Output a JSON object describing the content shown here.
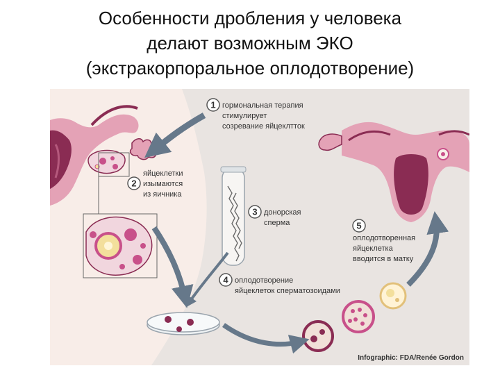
{
  "title": {
    "line1": "Особенности дробления у человека",
    "line2": "делают возможным ЭКО",
    "line3": "(экстракорпоральное оплодотворение)"
  },
  "steps": [
    {
      "number": "1",
      "lines": [
        "гормональная терапия",
        "стимулирует",
        "созревание яйцеклтток"
      ]
    },
    {
      "number": "2",
      "lines": [
        "яйцеклетки",
        "изымаются",
        "из яичника"
      ]
    },
    {
      "number": "3",
      "lines": [
        "донорская",
        "сперма"
      ]
    },
    {
      "number": "4",
      "lines": [
        "оплодотворение",
        "яйцеклеток сперматозоидами"
      ]
    },
    {
      "number": "5",
      "lines": [
        "оплодотворенная",
        "яйцеклетка",
        "вводится в матку"
      ]
    }
  ],
  "credit": "Infographic: FDA/Renée Gordon",
  "colors": {
    "background": "#e9e4e1",
    "body_skin": "#f8ede8",
    "uterus": "#e4a2b6",
    "uterus_dark": "#8a2c53",
    "arrow": "#66788a",
    "cell": "#c8508a",
    "nucleus": "#f3df9c"
  }
}
